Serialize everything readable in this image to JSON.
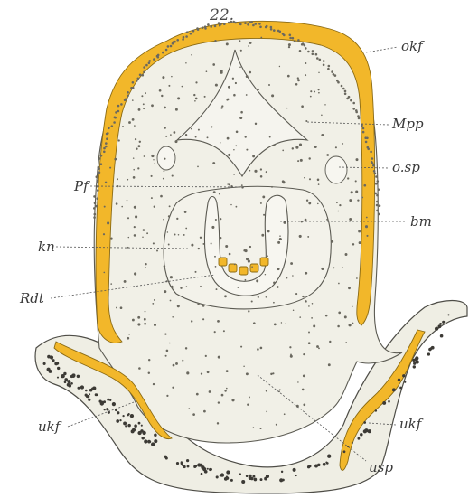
{
  "figure": {
    "number": "22."
  },
  "labels": {
    "okf": "okf",
    "mpp": "Mpp",
    "osp": "o.sp",
    "pf": "Pf",
    "bm": "bm",
    "kn": "kn",
    "rdt": "Rdt",
    "ukf_left": "ukf",
    "ukf_right": "ukf",
    "usp": "usp"
  },
  "colors": {
    "cartilage": "#f2b72a",
    "tissue": "#f1f0e7",
    "ink": "#3a3a3a"
  }
}
